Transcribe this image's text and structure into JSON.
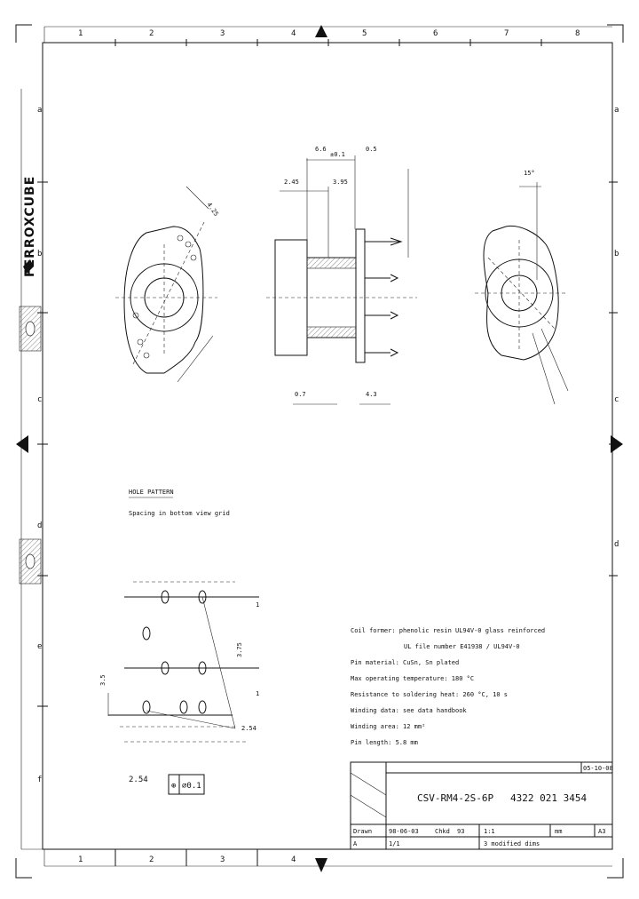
{
  "frame": {
    "column_numbers_top": [
      "1",
      "2",
      "3",
      "4",
      "5",
      "6",
      "7",
      "8"
    ],
    "column_numbers_bottom": [
      "1",
      "2",
      "3",
      "4"
    ],
    "row_letters_right": [
      "a",
      "b",
      "c",
      "d"
    ],
    "row_letters_left": [
      "a",
      "b",
      "c",
      "d",
      "e",
      "f"
    ]
  },
  "brand": {
    "logo_text": "FERROXCUBE"
  },
  "dimensions": {
    "top_a": "6.6",
    "top_a_tol": "±0.1",
    "top_b": "0.5",
    "top_c": "2.45",
    "top_d": "3.95",
    "bottom_a": "0.7",
    "bottom_b": "4.3",
    "right_view": "15°",
    "left_view": "4.25"
  },
  "notes_left": {
    "heading": "HOLE PATTERN",
    "subheading": "Spacing in bottom view grid"
  },
  "material_notes": [
    "Coil former: phenolic resin UL94V-0 glass reinforced",
    "UL file number E41938 / UL94V-0",
    "Pin material: CuSn, Sn plated",
    "Max operating temperature: 180 °C",
    "Resistance to soldering heat: 260 °C, 10 s",
    "Winding data: see data handbook",
    "Winding area: 12 mm²",
    "Pin length: 5.8 mm"
  ],
  "pattern": {
    "label_top": "1",
    "label_bottom": "1",
    "label_dim": "3.75",
    "label_side": "2.54",
    "label_pitch": "3.5",
    "tol_label": "⌀0.1",
    "tol_symbol": "⊕",
    "grid": "2.54"
  },
  "title_block": {
    "product": "CSV-RM4-2S-6P",
    "code": "4322 021 3454",
    "date": "05-10-08",
    "scale": "1:1",
    "sheet": "A3",
    "drawn_label": "Drawn",
    "drawn_value": "98-06-03",
    "checked_label": "Chkd",
    "checked_value": "93",
    "rev": "A",
    "unit": "mm",
    "page": "1/1",
    "remark": "3 modified dims"
  }
}
